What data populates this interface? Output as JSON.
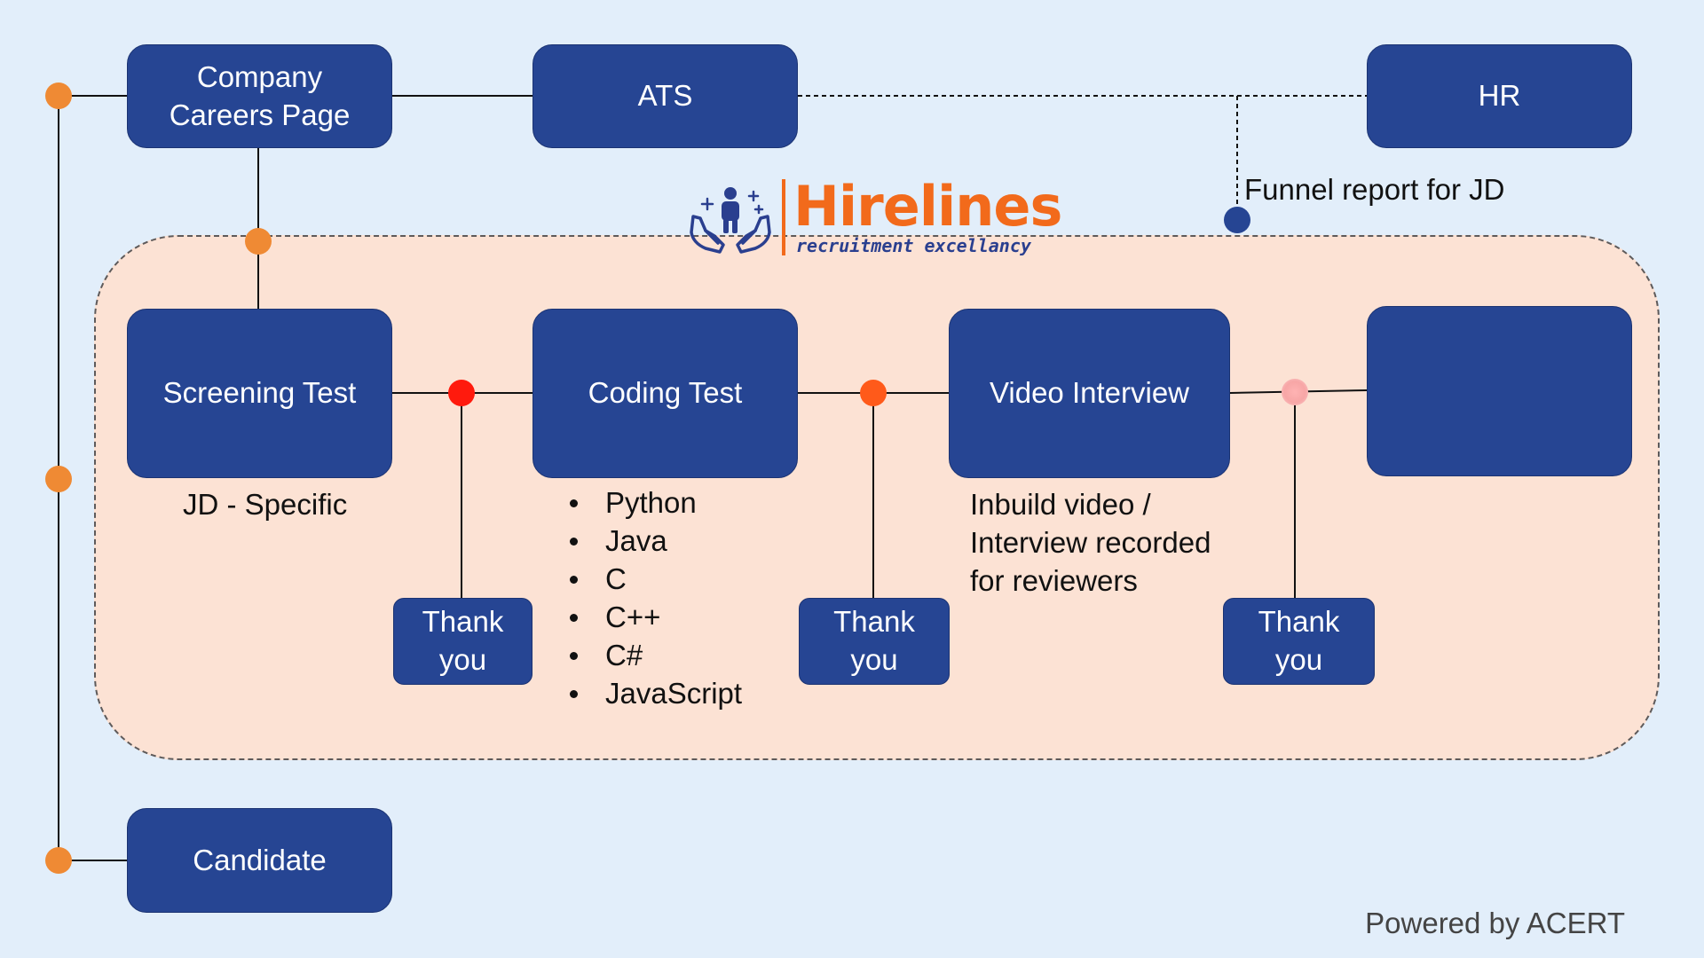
{
  "brand": {
    "logo_icon": "hands-holding-person-icon",
    "name": "Hirelines",
    "tagline": "recruitment excellancy",
    "name_color": "#f26a1b",
    "tagline_color": "#2a3f8f"
  },
  "nodes": {
    "careers_page": "Company Careers Page",
    "ats": "ATS",
    "hr": "HR",
    "screening_test": "Screening Test",
    "coding_test": "Coding Test",
    "video_interview": "Video Interview",
    "final_stage": "",
    "candidate": "Candidate",
    "thank_you_1": "Thank you",
    "thank_you_2": "Thank you",
    "thank_you_3": "Thank you"
  },
  "annotations": {
    "funnel_report": "Funnel report for JD",
    "screening_note": "JD - Specific",
    "video_note": "Inbuild video / Interview recorded for reviewers"
  },
  "coding_languages": [
    "Python",
    "Java",
    "C",
    "C++",
    "C#",
    "JavaScript"
  ],
  "footer": "Powered by ACERT",
  "colors": {
    "background": "#e2eefa",
    "node_fill": "#264593",
    "region_fill": "#fce2d4",
    "connector_orange": "#ef8a34",
    "connector_red": "#ff1a0d",
    "connector_pink": "#f7a6a6",
    "connector_navy": "#264593"
  }
}
